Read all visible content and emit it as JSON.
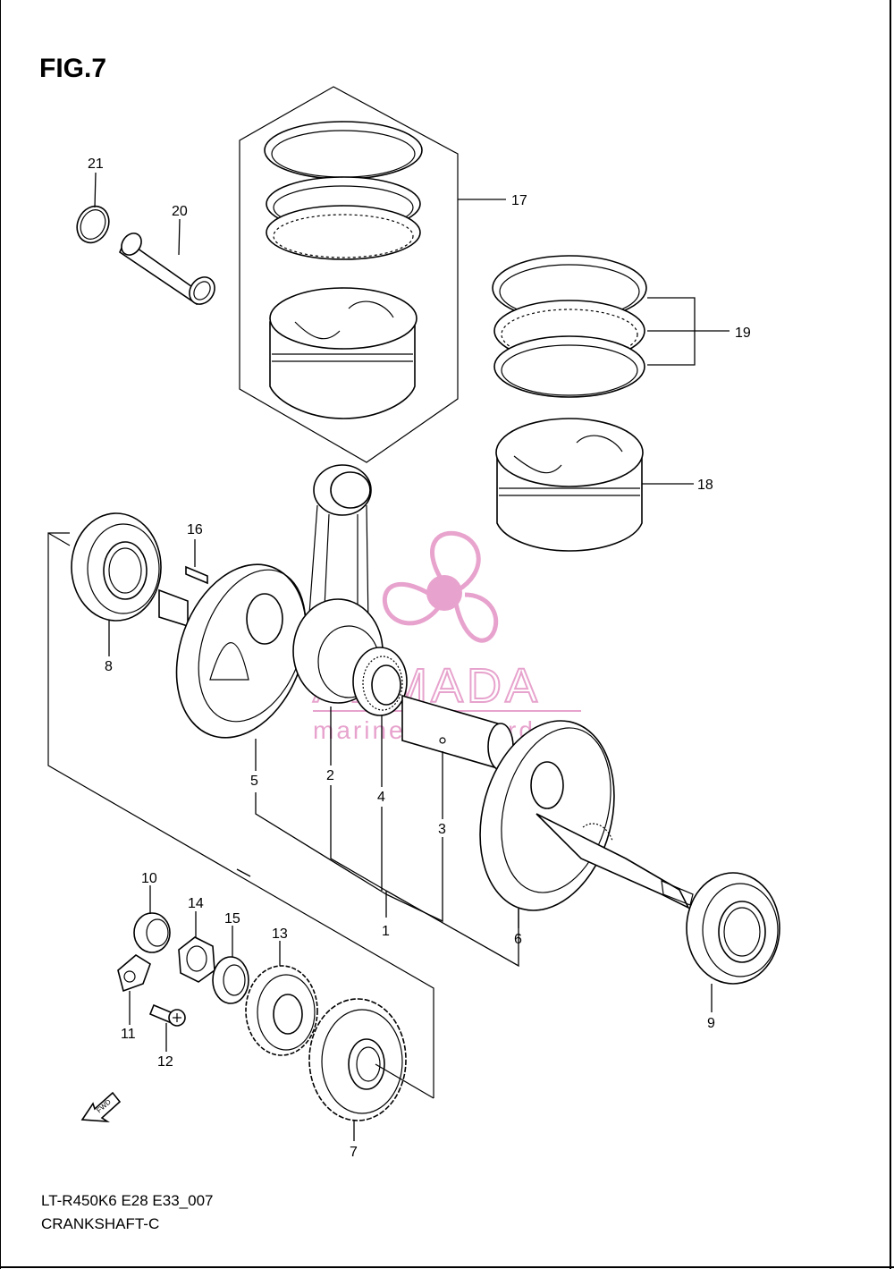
{
  "figure": {
    "title": "FIG.7",
    "model_code": "LT-R450K6 E28 E33_007",
    "name": "CRANKSHAFT-C"
  },
  "callouts": [
    {
      "id": "21",
      "label": "21"
    },
    {
      "id": "20",
      "label": "20"
    },
    {
      "id": "17",
      "label": "17"
    },
    {
      "id": "19",
      "label": "19"
    },
    {
      "id": "18",
      "label": "18"
    },
    {
      "id": "16",
      "label": "16"
    },
    {
      "id": "8",
      "label": "8"
    },
    {
      "id": "5",
      "label": "5"
    },
    {
      "id": "2",
      "label": "2"
    },
    {
      "id": "4",
      "label": "4"
    },
    {
      "id": "3",
      "label": "3"
    },
    {
      "id": "1",
      "label": "1"
    },
    {
      "id": "6",
      "label": "6"
    },
    {
      "id": "9",
      "label": "9"
    },
    {
      "id": "10",
      "label": "10"
    },
    {
      "id": "14",
      "label": "14"
    },
    {
      "id": "15",
      "label": "15"
    },
    {
      "id": "13",
      "label": "13"
    },
    {
      "id": "11",
      "label": "11"
    },
    {
      "id": "12",
      "label": "12"
    },
    {
      "id": "7",
      "label": "7"
    }
  ],
  "fwd_arrow": {
    "label": "FWD"
  },
  "watermark": {
    "brand": "ARMADA",
    "tagline": "marine outboards",
    "color": "#e59ac8"
  }
}
